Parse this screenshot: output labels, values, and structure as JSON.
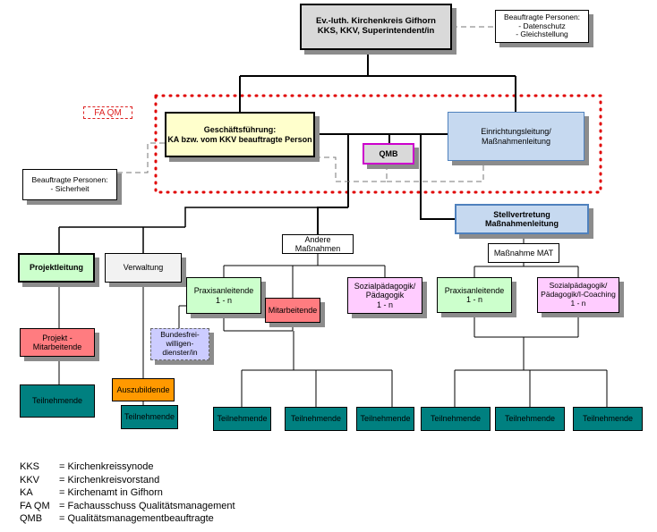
{
  "fa_qm_label": "FA QM",
  "nodes": {
    "top": "Ev.-luth. Kirchenkreis Gifhorn\nKKS, KKV, Superintendent/in",
    "beauftragte_top": "Beauftragte Personen:\n- Datenschutz\n- Gleichstellung",
    "gf": "Geschäftsführung:\nKA bzw. vom KKV beauftragte Person",
    "el": "Einrichtungsleitung/\nMaßnahmenleitung",
    "qmb": "QMB",
    "beauftragte_left": "Beauftragte Personen:\n- Sicherheit",
    "stellv": "Stellvertretung\nMaßnahmenleitung",
    "projektleitung": "Projektleitung",
    "verwaltung": "Verwaltung",
    "andere": "Andere\nMaßnahmen",
    "mat": "Maßnahme MAT",
    "praxis1": "Praxisanleitende\n1 - n",
    "mitarbeitende": "Mitarbeitende",
    "sozial1": "Sozialpädagogik/\nPädagogik\n1 - n",
    "praxis2": "Praxisanleitende\n1 - n",
    "sozial2": "Sozialpädagogik/\nPädagogik/I-Coaching\n1 - n",
    "projekt_mitarbeitende": "Projekt -\nMitarbeitende",
    "bfd": "Bundesfrei-\nwilligen-\ndienster/in",
    "auszubildende": "Auszubildende",
    "teilnehmende": "Teilnehmende"
  },
  "legend": [
    {
      "abbr": "KKS",
      "text": "= Kirchenkreissynode"
    },
    {
      "abbr": "KKV",
      "text": "= Kirchenkreisvorstand"
    },
    {
      "abbr": "KA",
      "text": "= Kirchenamt in Gifhorn"
    },
    {
      "abbr": "FA QM",
      "text": "= Fachausschuss Qualitätsmanagement"
    },
    {
      "abbr": "QMB",
      "text": "= Qualitätsmanagementbeauftragte"
    }
  ],
  "colors": {
    "gray_box": "#d9d9d9",
    "yellow": "#ffffcc",
    "light_blue": "#c6d9f0",
    "blue_border": "#4f81bd",
    "green": "#ccffcc",
    "pink": "#ffccff",
    "magenta_border": "#cc00cc",
    "red": "#ff7c80",
    "lavender": "#ccccff",
    "orange": "#ff9900",
    "teal": "#008080",
    "red_dotted": "#e00000"
  }
}
